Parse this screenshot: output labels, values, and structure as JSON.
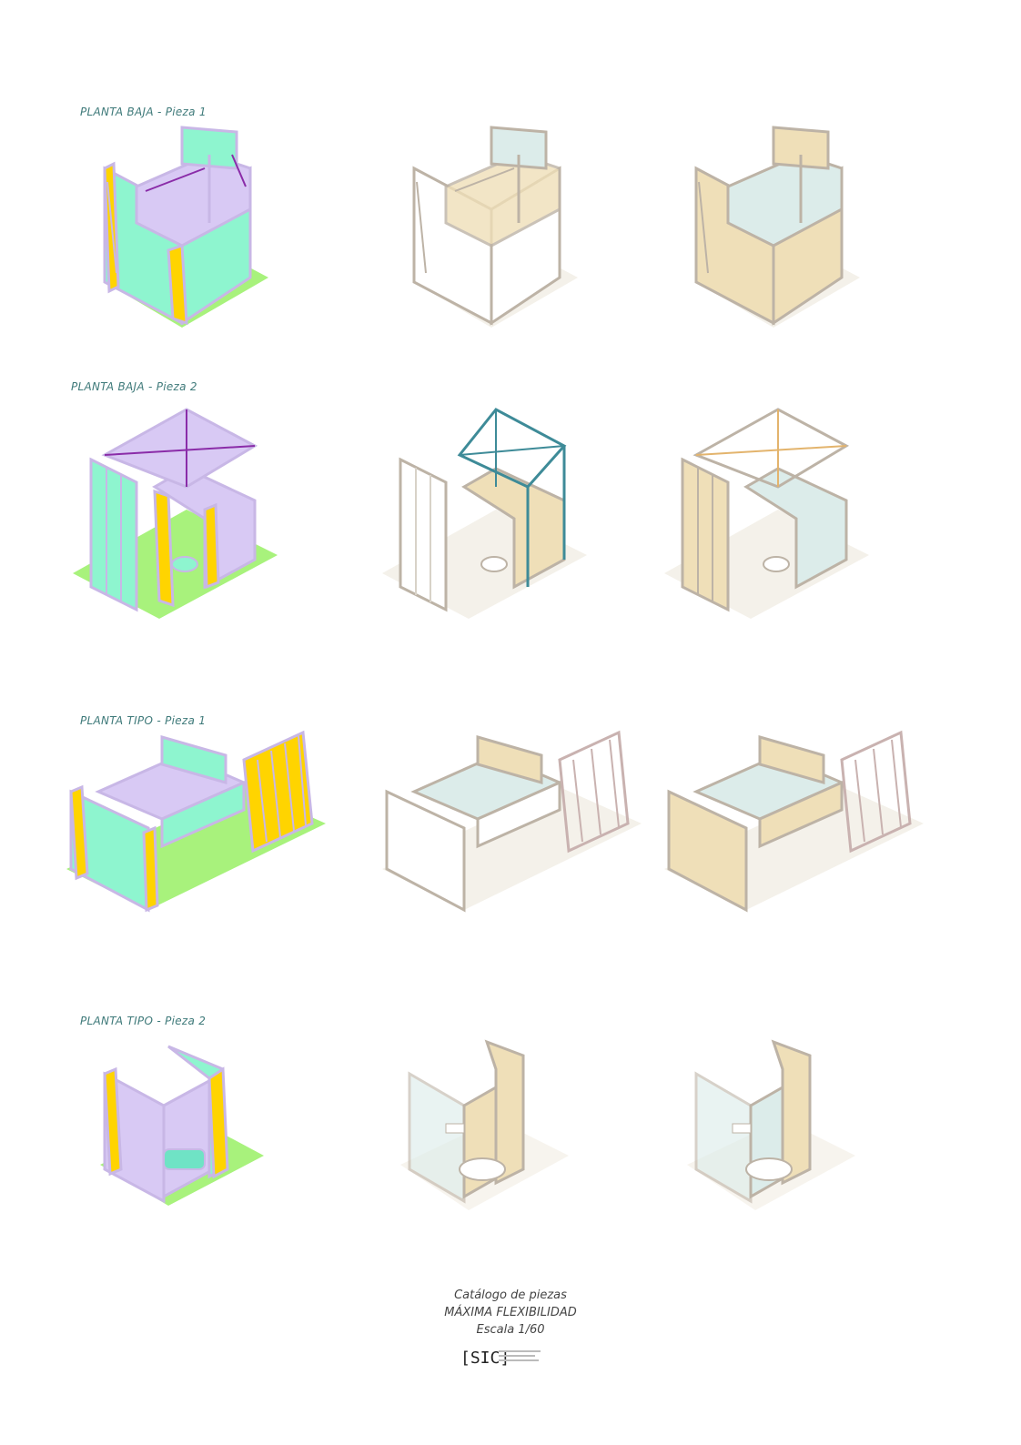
{
  "rows": [
    {
      "title": "PLANTA BAJA - Pieza 1"
    },
    {
      "title": "PLANTA BAJA - Pieza 2"
    },
    {
      "title": "PLANTA TIPO - Pieza 1"
    },
    {
      "title": "PLANTA TIPO - Pieza 2"
    }
  ],
  "footer": {
    "line1": "Catálogo de piezas",
    "line2": "MÁXIMA FLEXIBILIDAD",
    "line3": "Escala 1/60",
    "logo_text": "[SIC]"
  },
  "colors": {
    "accent": "#3f7a7a",
    "panel_green": "#8ef5cf",
    "panel_lilac": "#d8c9f4",
    "panel_yellow": "#ffd400",
    "floor_green": "#a8f27c",
    "frame": "#bdb3a6",
    "wood": "#efdfb8",
    "glass": "#dcecea",
    "frame_teal": "#3e8b98",
    "diag_purple": "#8a2ca8"
  }
}
